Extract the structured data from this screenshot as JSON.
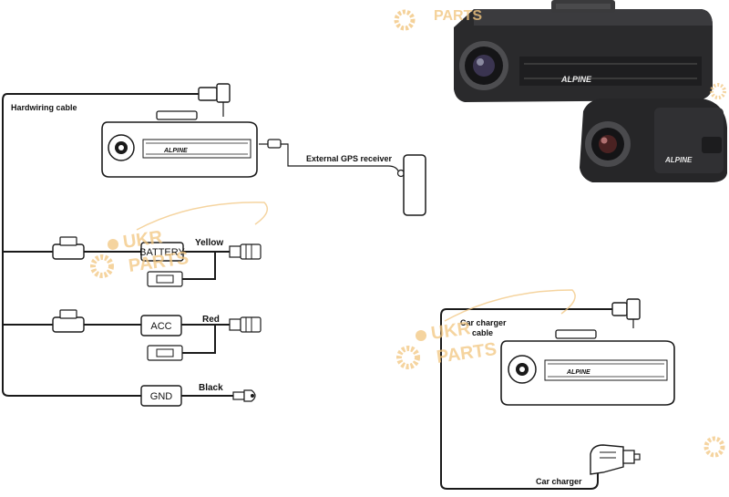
{
  "labels": {
    "hardwiring_cable": "Hardwiring cable",
    "external_gps_receiver": "External GPS receiver",
    "car_charger_cable_line1": "Car charger",
    "car_charger_cable_line2": "cable",
    "car_charger": "Car charger"
  },
  "fuse_boxes": {
    "battery": "BATTERY",
    "acc": "ACC",
    "gnd": "GND"
  },
  "wire_colors": {
    "yellow": "Yellow",
    "red": "Red",
    "black": "Black"
  },
  "brand": {
    "logo_text": "ALPINE"
  },
  "watermark": {
    "line1": "UKR",
    "line2": "PARTS",
    "color": "#f2c680"
  }
}
